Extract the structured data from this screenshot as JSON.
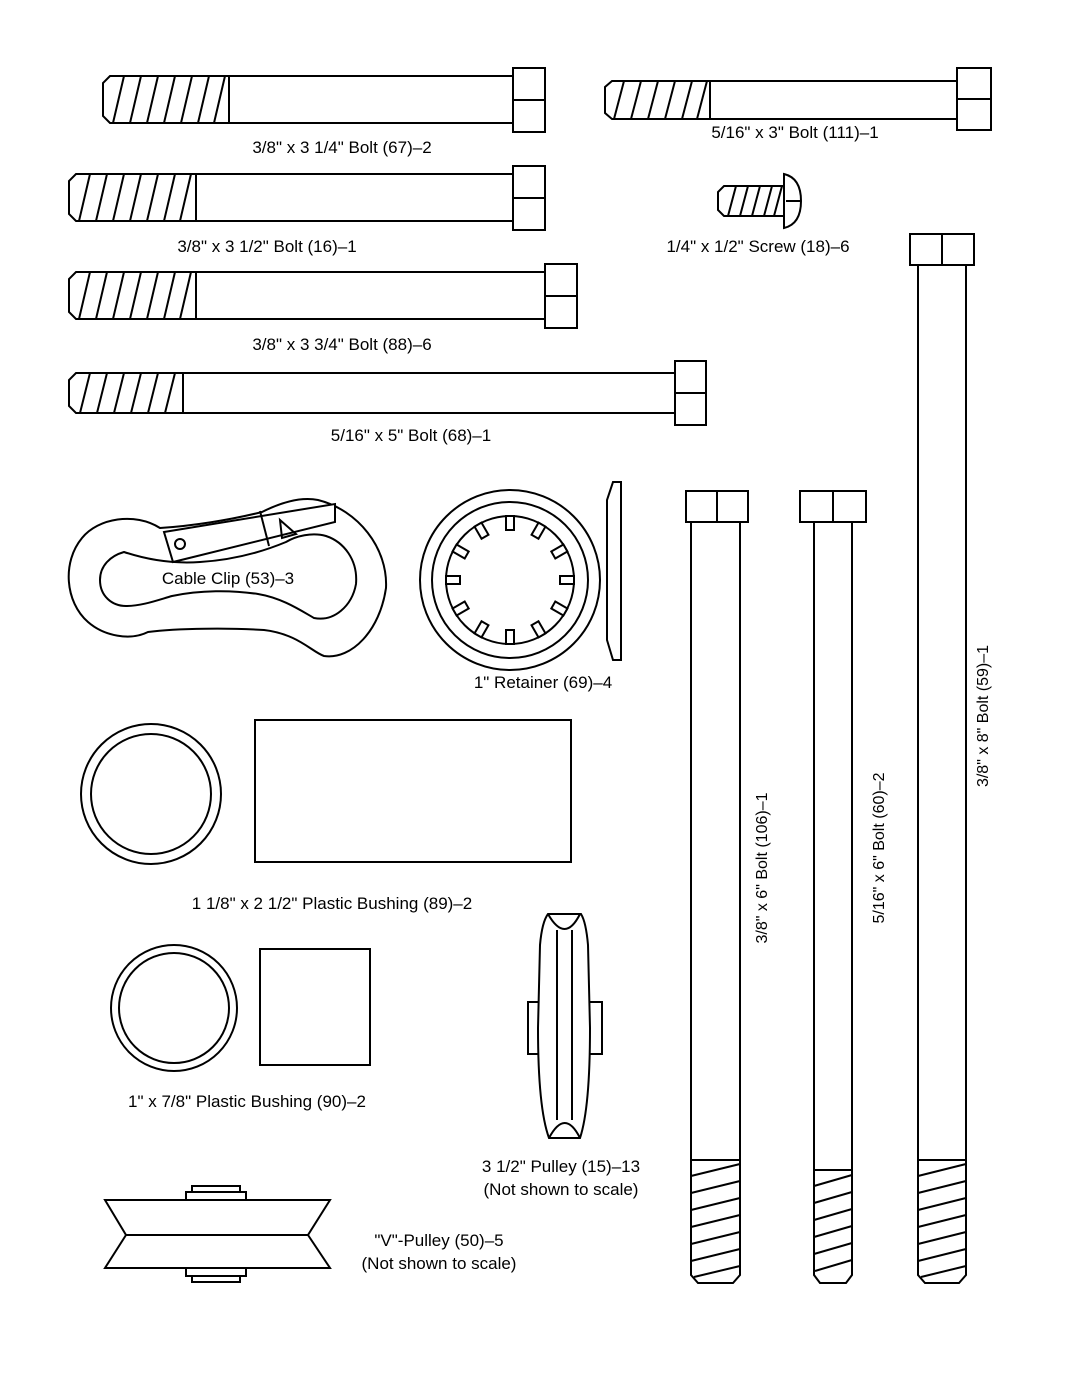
{
  "labels": {
    "bolt_67": "3/8\" x 3 1/4\" Bolt (67)–2",
    "bolt_111": "5/16\" x 3\" Bolt (111)–1",
    "bolt_16": "3/8\" x 3 1/2\" Bolt (16)–1",
    "screw_18": "1/4\" x 1/2\" Screw (18)–6",
    "bolt_88": "3/8\" x 3 3/4\" Bolt (88)–6",
    "bolt_68": "5/16\" x 5\" Bolt (68)–1",
    "cable_clip": "Cable Clip (53)–3",
    "retainer": "1\" Retainer (69)–4",
    "bushing_89": "1 1/8\" x 2 1/2\" Plastic Bushing (89)–2",
    "bushing_90": "1\" x 7/8\" Plastic Bushing (90)–2",
    "pulley_15_line1": "3 1/2\" Pulley (15)–13",
    "pulley_15_line2": "(Not shown to scale)",
    "vpulley_line1": "\"V\"-Pulley (50)–5",
    "vpulley_line2": "(Not shown to scale)",
    "bolt_106": "3/8\" x 6\" Bolt (106)–1",
    "bolt_60": "5/16\" x 6\" Bolt (60)–2",
    "bolt_59": "3/8\" x 8\" Bolt (59)–1"
  }
}
